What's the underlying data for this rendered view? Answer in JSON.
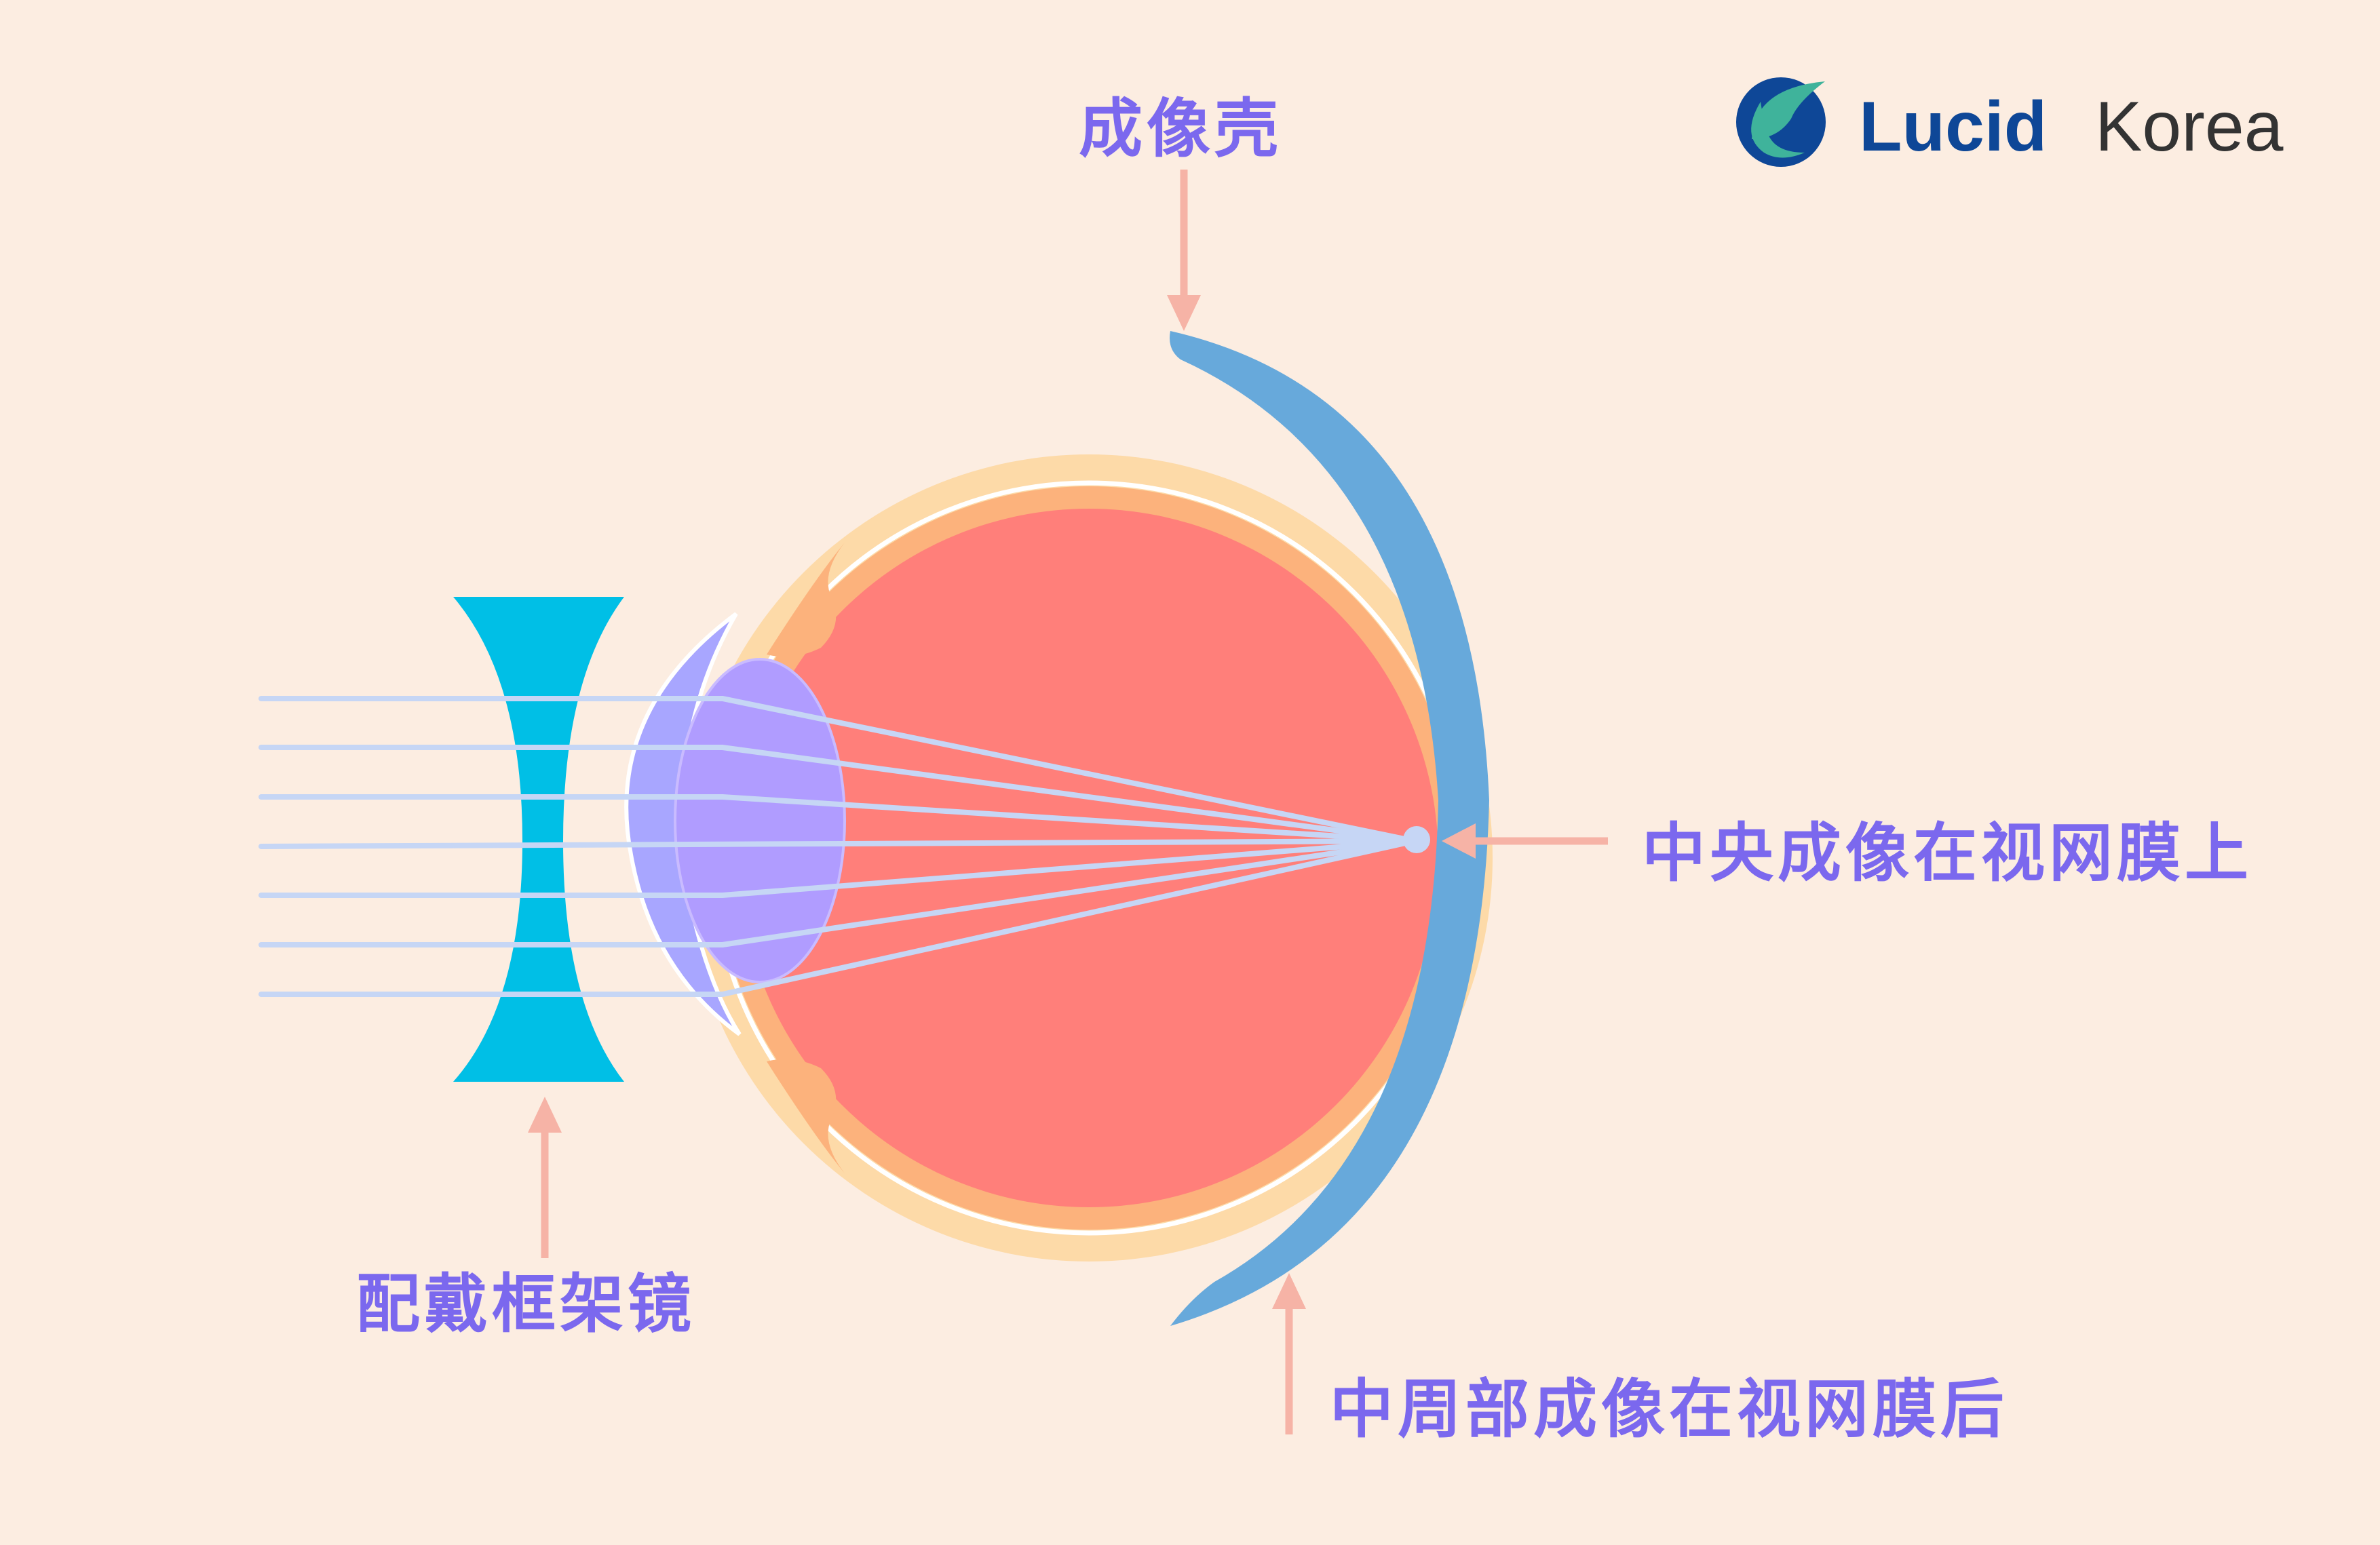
{
  "labels": {
    "imaging_shell": "成像壳",
    "central_on_retina": "中央成像在视网膜上",
    "mid_peripheral_behind_retina": "中周部成像在视网膜后",
    "glasses": "配戴框架镜"
  },
  "logo": {
    "brand_bold": "Lucid",
    "brand_light": "Korea"
  },
  "colors": {
    "background": "#fcede1",
    "label_text": "#7b68ee",
    "arrow": "#f6b3a6",
    "shell": "#67a9db",
    "lens_glasses": "#00bfe6",
    "vitreous": "#ff7f7a",
    "choroid": "#fcb27c",
    "sclera": "#fddaa8",
    "crystalline_lens": "#b09cff",
    "cornea": "#a8a6ff",
    "light_ray": "#c6d6f5",
    "logo_blue": "#0e4797",
    "logo_dark": "#333333"
  }
}
